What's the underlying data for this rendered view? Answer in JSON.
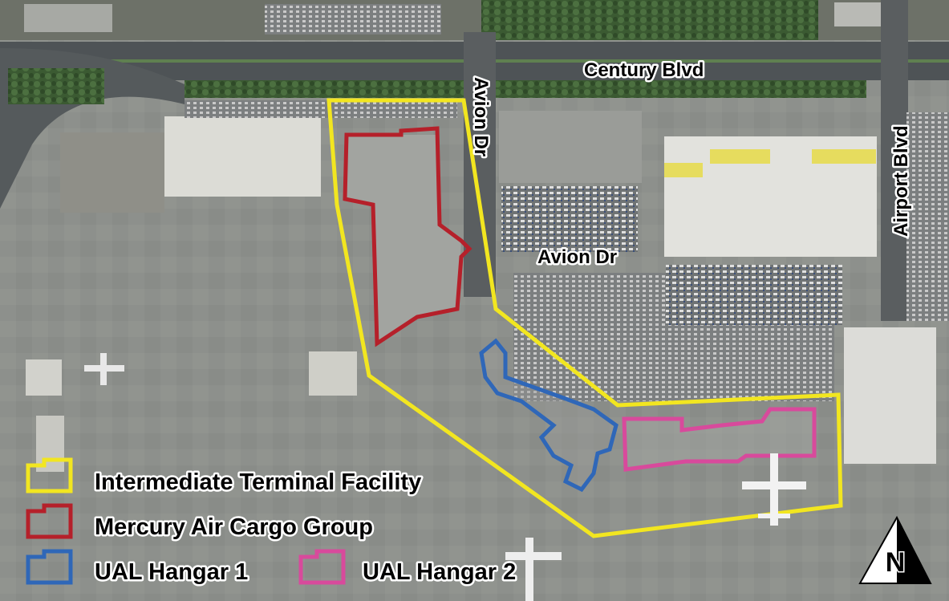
{
  "streets": {
    "century": "Century Blvd",
    "avion_vertical": "Avion Dr",
    "avion_horizontal": "Avion Dr",
    "airport": "Airport Blvd"
  },
  "legend": {
    "intermediate": "Intermediate Terminal Facility",
    "mercury": "Mercury Air Cargo Group",
    "ual1": "UAL Hangar 1",
    "ual2": "UAL Hangar 2"
  },
  "compass": {
    "letter": "N"
  },
  "colors": {
    "intermediate": "#f2e620",
    "mercury": "#b5202a",
    "ual1": "#2f67b8",
    "ual2": "#d84a9c"
  }
}
